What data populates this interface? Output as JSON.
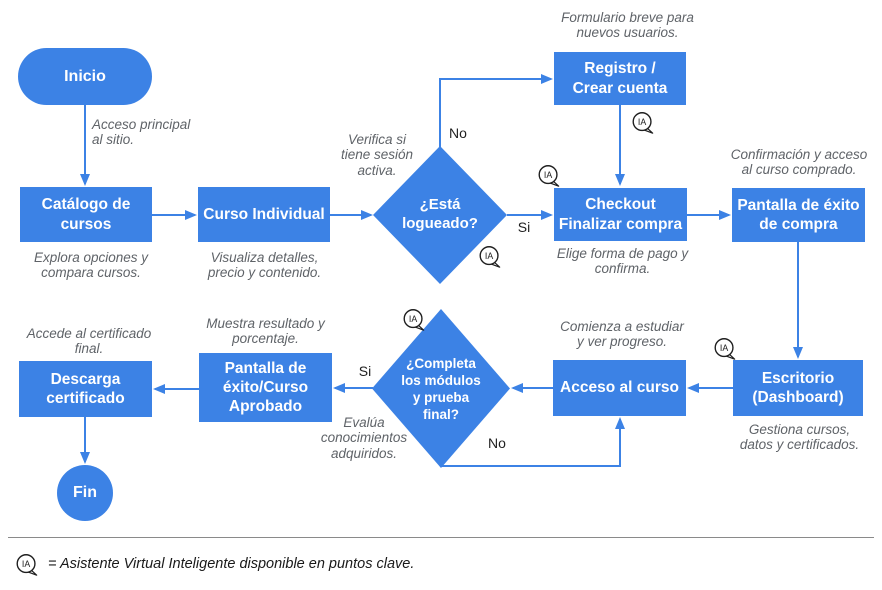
{
  "palette": {
    "node_blue": "#3C82E5",
    "annotation_gray": "#5F6368",
    "label_dark": "#1F1F1F",
    "divider_gray": "#8A8A8A"
  },
  "icons": {
    "ia_label": "IA"
  },
  "nodes": {
    "inicio": "Inicio",
    "catalogo": "Catálogo de\ncursos",
    "curso_individual": "Curso Individual",
    "esta_logueado": "¿Está\nlogueado?",
    "registro": "Registro /\nCrear cuenta",
    "checkout": "Checkout\nFinalizar compra",
    "pantalla_exito_compra": "Pantalla de éxito\nde compra",
    "escritorio": "Escritorio\n(Dashboard)",
    "acceso_curso": "Acceso al curso",
    "completa_modulos": "¿Completa\nlos módulos\ny prueba\nfinal?",
    "pantalla_exito_curso": "Pantalla de\néxito/Curso\nAprobado",
    "descarga_certificado": "Descarga\ncertificado",
    "fin": "Fin"
  },
  "edge_labels": {
    "login_no": "No",
    "login_si": "Si",
    "completa_si": "Si",
    "completa_no": "No"
  },
  "annotations": {
    "acceso_principal": "Acceso principal\nal sitio.",
    "explora": "Explora opciones y\ncompara cursos.",
    "visualiza": "Visualiza detalles,\nprecio y contenido.",
    "verifica": "Verifica si\ntiene sesión\nactiva.",
    "formulario": "Formulario breve para\nnuevos usuarios.",
    "elige": "Elige forma de pago y\nconfirma.",
    "confirmacion": "Confirmación y acceso\nal curso comprado.",
    "comienza": "Comienza a estudiar\ny ver progreso.",
    "gestiona": "Gestiona cursos,\ndatos y certificados.",
    "muestra": "Muestra resultado y\nporcentaje.",
    "accede": "Accede al certificado\nfinal.",
    "evalua": "Evalúa\nconocimientos\nadquiridos."
  },
  "legend": {
    "text": "= Asistente Virtual Inteligente disponible en puntos clave."
  }
}
